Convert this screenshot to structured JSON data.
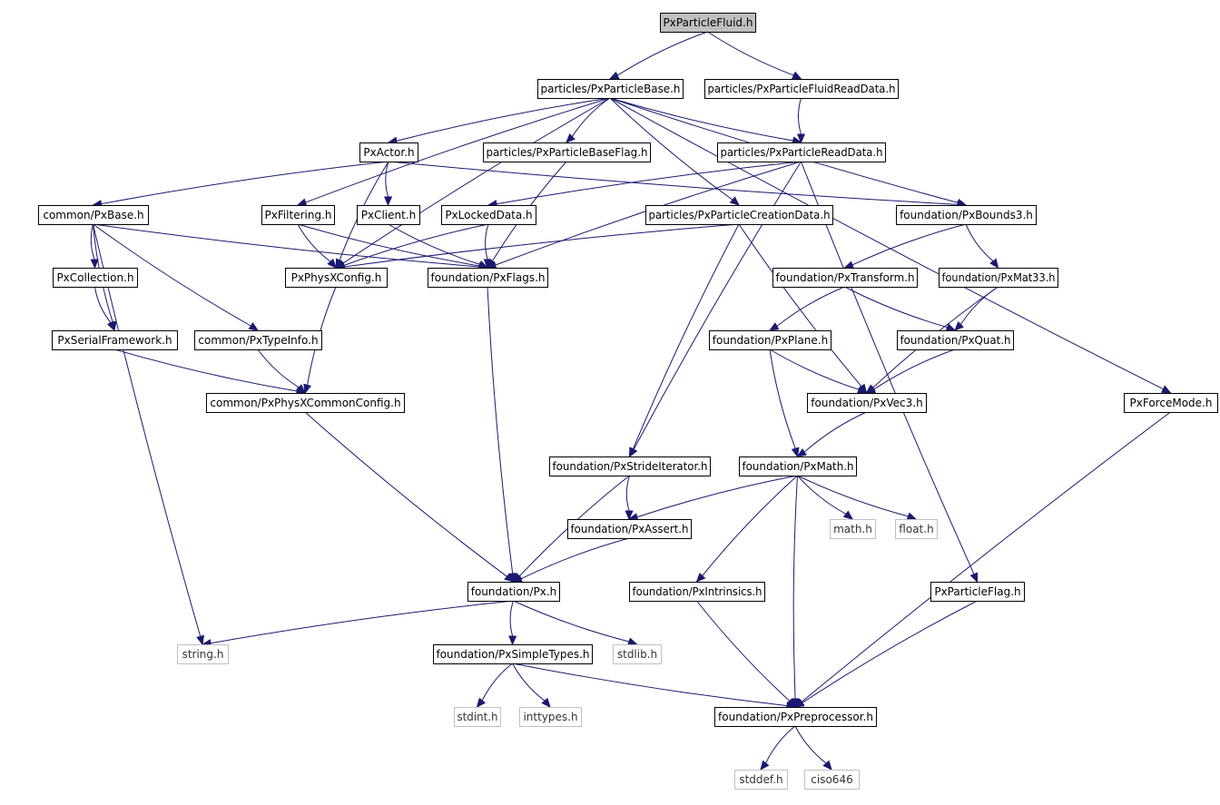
{
  "diagram": {
    "type": "include-dependency-graph",
    "nodes": [
      {
        "id": "root",
        "label": "PxParticleFluid.h",
        "kind": "root"
      },
      {
        "id": "pbase",
        "label": "particles/PxParticleBase.h",
        "kind": "project"
      },
      {
        "id": "pfrd",
        "label": "particles/PxParticleFluidReadData.h",
        "kind": "project"
      },
      {
        "id": "actor",
        "label": "PxActor.h",
        "kind": "project"
      },
      {
        "id": "pbflag",
        "label": "particles/PxParticleBaseFlag.h",
        "kind": "project"
      },
      {
        "id": "prd",
        "label": "particles/PxParticleReadData.h",
        "kind": "project"
      },
      {
        "id": "cbase",
        "label": "common/PxBase.h",
        "kind": "project"
      },
      {
        "id": "filter",
        "label": "PxFiltering.h",
        "kind": "project"
      },
      {
        "id": "client",
        "label": "PxClient.h",
        "kind": "project"
      },
      {
        "id": "locked",
        "label": "PxLockedData.h",
        "kind": "project"
      },
      {
        "id": "pcd",
        "label": "particles/PxParticleCreationData.h",
        "kind": "project"
      },
      {
        "id": "bounds",
        "label": "foundation/PxBounds3.h",
        "kind": "project"
      },
      {
        "id": "coll",
        "label": "PxCollection.h",
        "kind": "project"
      },
      {
        "id": "physcfg",
        "label": "PxPhysXConfig.h",
        "kind": "project"
      },
      {
        "id": "flags",
        "label": "foundation/PxFlags.h",
        "kind": "project"
      },
      {
        "id": "transform",
        "label": "foundation/PxTransform.h",
        "kind": "project"
      },
      {
        "id": "mat33",
        "label": "foundation/PxMat33.h",
        "kind": "project"
      },
      {
        "id": "serial",
        "label": "PxSerialFramework.h",
        "kind": "project"
      },
      {
        "id": "typeinfo",
        "label": "common/PxTypeInfo.h",
        "kind": "project"
      },
      {
        "id": "plane",
        "label": "foundation/PxPlane.h",
        "kind": "project"
      },
      {
        "id": "quat",
        "label": "foundation/PxQuat.h",
        "kind": "project"
      },
      {
        "id": "commoncfg",
        "label": "common/PxPhysXCommonConfig.h",
        "kind": "project"
      },
      {
        "id": "vec3",
        "label": "foundation/PxVec3.h",
        "kind": "project"
      },
      {
        "id": "forcemode",
        "label": "PxForceMode.h",
        "kind": "project"
      },
      {
        "id": "stride",
        "label": "foundation/PxStrideIterator.h",
        "kind": "project"
      },
      {
        "id": "math",
        "label": "foundation/PxMath.h",
        "kind": "project"
      },
      {
        "id": "assert",
        "label": "foundation/PxAssert.h",
        "kind": "project"
      },
      {
        "id": "mathh",
        "label": "math.h",
        "kind": "system"
      },
      {
        "id": "floath",
        "label": "float.h",
        "kind": "system"
      },
      {
        "id": "px",
        "label": "foundation/Px.h",
        "kind": "project"
      },
      {
        "id": "intrin",
        "label": "foundation/PxIntrinsics.h",
        "kind": "project"
      },
      {
        "id": "pflag",
        "label": "PxParticleFlag.h",
        "kind": "project"
      },
      {
        "id": "stringh",
        "label": "string.h",
        "kind": "system"
      },
      {
        "id": "simple",
        "label": "foundation/PxSimpleTypes.h",
        "kind": "project"
      },
      {
        "id": "stdlibh",
        "label": "stdlib.h",
        "kind": "system"
      },
      {
        "id": "stdinth",
        "label": "stdint.h",
        "kind": "system"
      },
      {
        "id": "inttypesh",
        "label": "inttypes.h",
        "kind": "system"
      },
      {
        "id": "prep",
        "label": "foundation/PxPreprocessor.h",
        "kind": "project"
      },
      {
        "id": "stddefh",
        "label": "stddef.h",
        "kind": "system"
      },
      {
        "id": "ciso",
        "label": "ciso646",
        "kind": "system"
      }
    ],
    "edges": [
      [
        "root",
        "pbase"
      ],
      [
        "root",
        "pfrd"
      ],
      [
        "pfrd",
        "prd"
      ],
      [
        "pbase",
        "actor"
      ],
      [
        "pbase",
        "pbflag"
      ],
      [
        "pbase",
        "prd"
      ],
      [
        "pbase",
        "filter"
      ],
      [
        "pbase",
        "physcfg"
      ],
      [
        "pbase",
        "pcd"
      ],
      [
        "pbase",
        "bounds"
      ],
      [
        "pbase",
        "forcemode"
      ],
      [
        "actor",
        "cbase"
      ],
      [
        "actor",
        "client"
      ],
      [
        "actor",
        "physcfg"
      ],
      [
        "actor",
        "bounds"
      ],
      [
        "pbflag",
        "flags"
      ],
      [
        "prd",
        "locked"
      ],
      [
        "prd",
        "flags"
      ],
      [
        "prd",
        "stride"
      ],
      [
        "prd",
        "pflag"
      ],
      [
        "cbase",
        "coll"
      ],
      [
        "cbase",
        "serial"
      ],
      [
        "cbase",
        "typeinfo"
      ],
      [
        "cbase",
        "flags"
      ],
      [
        "cbase",
        "stringh"
      ],
      [
        "filter",
        "physcfg"
      ],
      [
        "filter",
        "flags"
      ],
      [
        "client",
        "flags"
      ],
      [
        "locked",
        "physcfg"
      ],
      [
        "locked",
        "flags"
      ],
      [
        "pcd",
        "physcfg"
      ],
      [
        "pcd",
        "stride"
      ],
      [
        "pcd",
        "vec3"
      ],
      [
        "bounds",
        "transform"
      ],
      [
        "bounds",
        "mat33"
      ],
      [
        "coll",
        "serial"
      ],
      [
        "physcfg",
        "commoncfg"
      ],
      [
        "flags",
        "px"
      ],
      [
        "transform",
        "quat"
      ],
      [
        "transform",
        "plane"
      ],
      [
        "mat33",
        "quat"
      ],
      [
        "mat33",
        "vec3"
      ],
      [
        "serial",
        "commoncfg"
      ],
      [
        "typeinfo",
        "commoncfg"
      ],
      [
        "plane",
        "vec3"
      ],
      [
        "plane",
        "math"
      ],
      [
        "quat",
        "vec3"
      ],
      [
        "vec3",
        "math"
      ],
      [
        "commoncfg",
        "px"
      ],
      [
        "stride",
        "assert"
      ],
      [
        "stride",
        "px"
      ],
      [
        "math",
        "assert"
      ],
      [
        "math",
        "mathh"
      ],
      [
        "math",
        "floath"
      ],
      [
        "math",
        "intrin"
      ],
      [
        "math",
        "prep"
      ],
      [
        "assert",
        "px"
      ],
      [
        "forcemode",
        "prep"
      ],
      [
        "intrin",
        "prep"
      ],
      [
        "pflag",
        "prep"
      ],
      [
        "px",
        "stringh"
      ],
      [
        "px",
        "simple"
      ],
      [
        "px",
        "stdlibh"
      ],
      [
        "simple",
        "stdinth"
      ],
      [
        "simple",
        "inttypesh"
      ],
      [
        "simple",
        "prep"
      ],
      [
        "prep",
        "stddefh"
      ],
      [
        "prep",
        "ciso"
      ]
    ]
  }
}
